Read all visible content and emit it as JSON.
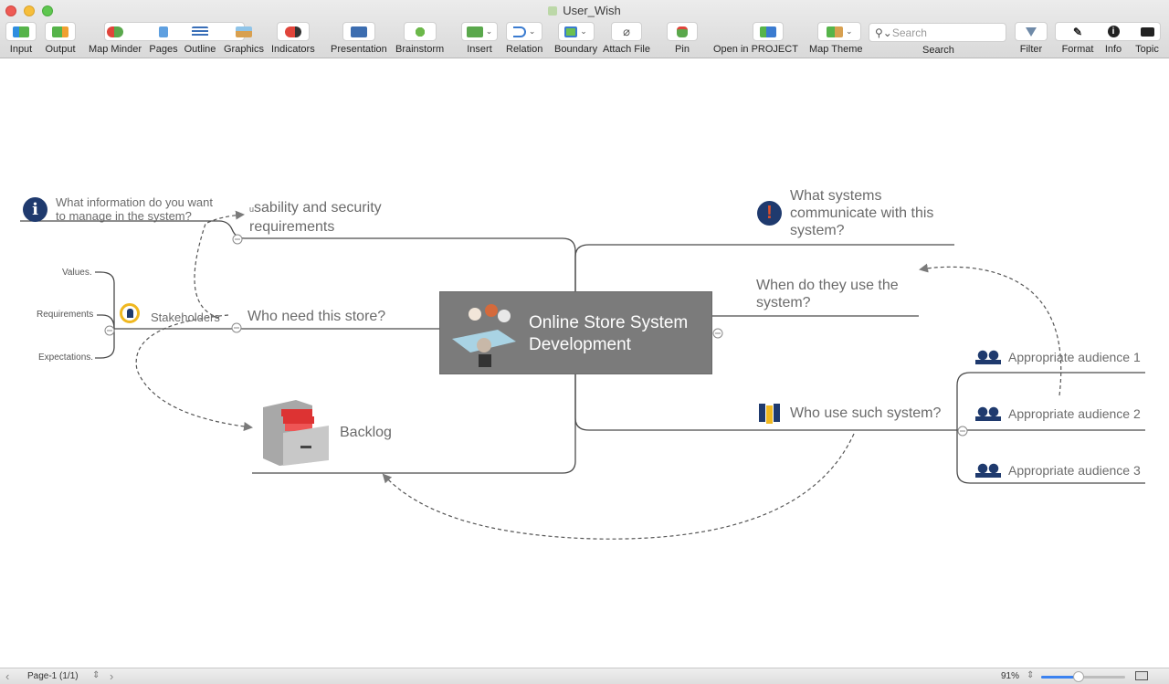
{
  "window": {
    "title": "User_Wish"
  },
  "toolbar": {
    "input": "Input",
    "output": "Output",
    "map_minder": "Map Minder",
    "pages": "Pages",
    "outline": "Outline",
    "graphics": "Graphics",
    "indicators": "Indicators",
    "presentation": "Presentation",
    "brainstorm": "Brainstorm",
    "insert": "Insert",
    "relation": "Relation",
    "boundary": "Boundary",
    "attach_file": "Attach File",
    "pin": "Pin",
    "open_in_project": "Open in PROJECT",
    "map_theme": "Map Theme",
    "search_label": "Search",
    "search_placeholder": "Search",
    "filter": "Filter",
    "format": "Format",
    "info": "Info",
    "topic": "Topic"
  },
  "map": {
    "central": {
      "line1": "Online Store System",
      "line2": "Development"
    },
    "left": {
      "info_question": {
        "line1": "What information do you want",
        "line2": "to manage in the system?"
      },
      "usability": {
        "prefix": "u",
        "line1": "sability and security",
        "line2": "requirements"
      },
      "who_need": "Who need this store?",
      "stakeholders": "Stakeholders",
      "stakeholder_children": [
        "Values.",
        "Requirements",
        "Expectations."
      ],
      "backlog": "Backlog"
    },
    "right": {
      "what_systems": {
        "line1": "What  systems",
        "line2": "communicate with this",
        "line3": "system?"
      },
      "when_use": {
        "line1": "When do they use the",
        "line2": "system?"
      },
      "who_use": "Who use such system?",
      "audiences": [
        "Appropriate audience 1",
        "Appropriate audience 2",
        "Appropriate audience 3"
      ]
    }
  },
  "status": {
    "page": "Page-1 (1/1)",
    "zoom": "91%",
    "zoom_slider_fraction": 0.45
  }
}
